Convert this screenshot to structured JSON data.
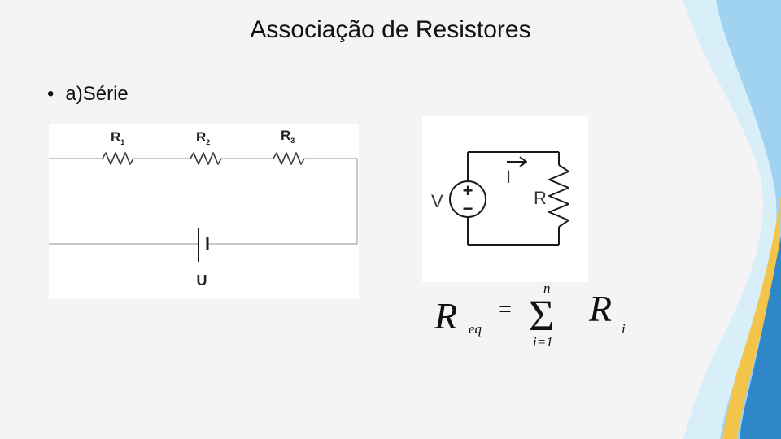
{
  "slide": {
    "title": "Associação de Resistores",
    "bullet_marker": "•",
    "bullet_text": "a)Série"
  },
  "series_circuit": {
    "resistor_labels": [
      {
        "letter": "R",
        "sub": "1"
      },
      {
        "letter": "R",
        "sub": "2"
      },
      {
        "letter": "R",
        "sub": "3"
      }
    ],
    "source_label": "U"
  },
  "simple_circuit": {
    "voltage_label": "V",
    "current_label": "I",
    "resistor_label": "R",
    "plus_sign": "+",
    "minus_sign": "−"
  },
  "formula": {
    "lhs_symbol": "R",
    "lhs_subscript": "eq",
    "equals": "=",
    "sigma": "Σ",
    "upper_limit": "n",
    "lower_limit": "i=1",
    "rhs_symbol": "R",
    "rhs_subscript": "i"
  },
  "colors": {
    "wave_blue": "#2f86c8",
    "wave_light": "#9fd3ef",
    "wave_yellow": "#f2c44a",
    "wire_gray": "#b5b5b5",
    "circuit_black": "#1a1a1a"
  }
}
